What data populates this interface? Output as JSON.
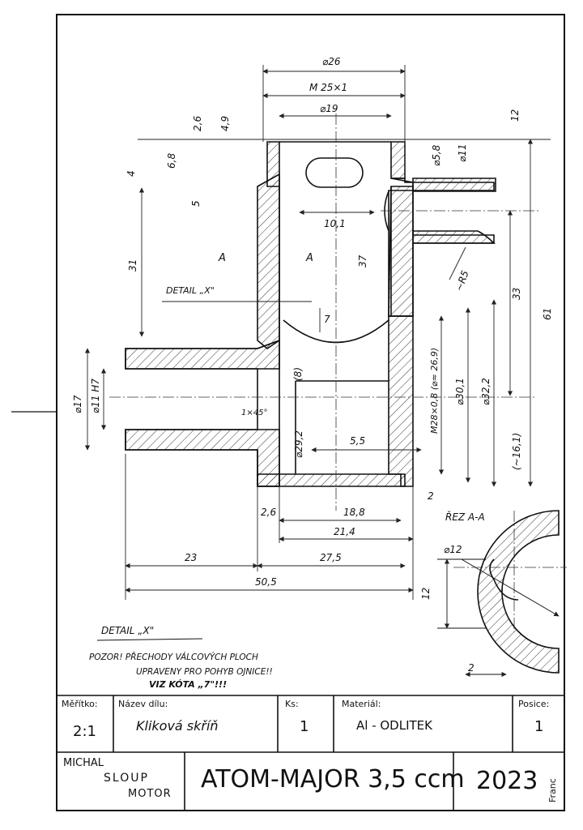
{
  "dims": {
    "d26": "⌀26",
    "m25": "M 25×1",
    "d19": "⌀19",
    "v2_6": "2,6",
    "v4_9": "4,9",
    "v12": "12",
    "v4": "4",
    "v6_8": "6,8",
    "v5": "5",
    "d5_8": "⌀5,8",
    "d11": "⌀11",
    "v10_1": "10,1",
    "v31": "31",
    "v37": "37",
    "r5": "~R5",
    "v33": "33",
    "v61": "61",
    "v7": "7",
    "m28": "M28×0,8 (⌀≈ 26,9)",
    "d30_1": "⌀30,1",
    "d32_2": "⌀32,2",
    "v8": "(8)",
    "d17": "⌀17",
    "d11h7": "⌀11 H7",
    "chamfer": "1×45°",
    "d29_2": "⌀29,2",
    "v5_5": "5,5",
    "approx16": "(~16,1)",
    "v2": "2",
    "v2_6b": "2,6",
    "v18_8": "18,8",
    "v21_4": "21,4",
    "v23": "23",
    "v27_5": "27,5",
    "v50_5": "50,5",
    "sect_a1": "A",
    "sect_a2": "A",
    "detail_x": "DETAIL „X\"",
    "rez": "ŘEZ A-A",
    "d12": "⌀12",
    "v12b": "12",
    "v2b": "2"
  },
  "notes": {
    "detail_title": "DETAIL „X\"",
    "line1": "POZOR! PŘECHODY VÁLCOVÝCH PLOCH",
    "line2": "UPRAVENY PRO POHYB OJNICE!!",
    "line3": "VIZ KÓTA „7\"!!!"
  },
  "title_block": {
    "scale_label": "Měřítko:",
    "scale_value": "2:1",
    "name_label": "Název dílu:",
    "name_value": "Kliková skříň",
    "qty_label": "Ks:",
    "qty_value": "1",
    "material_label": "Materiál:",
    "material_value": "Al - ODLITEK",
    "position_label": "Posice:",
    "position_value": "1",
    "author_line1": "MICHAL",
    "author_line2": "SLOUP",
    "author_line3": "MOTOR",
    "project": "ATOM-MAJOR 3,5 ccm",
    "year": "2023",
    "signature": "Franc"
  }
}
